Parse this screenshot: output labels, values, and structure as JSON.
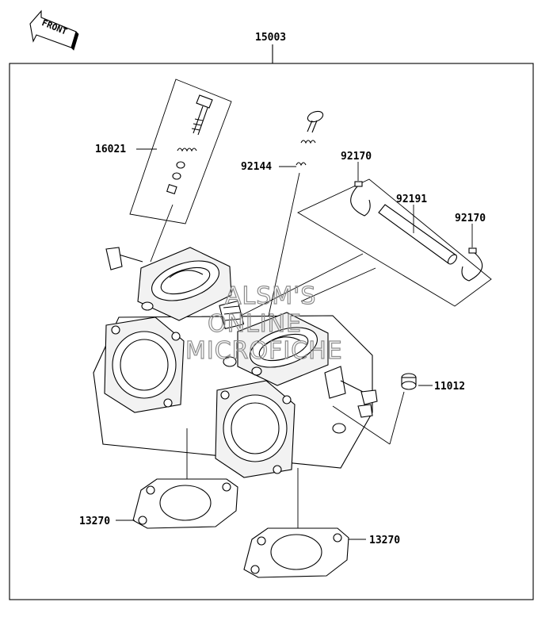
{
  "front_arrow": {
    "text": "FRONT"
  },
  "callouts": {
    "assembly": "15003",
    "screw_kit": "16021",
    "spring": "92144",
    "clip_left": "92170",
    "hose": "92191",
    "clip_right": "92170",
    "cap": "11012",
    "gasket_left": "13270",
    "gasket_right": "13270"
  },
  "watermark": {
    "line1": "ALSM'S",
    "line2": "ONLINE",
    "line3": "MICROFICHE"
  }
}
